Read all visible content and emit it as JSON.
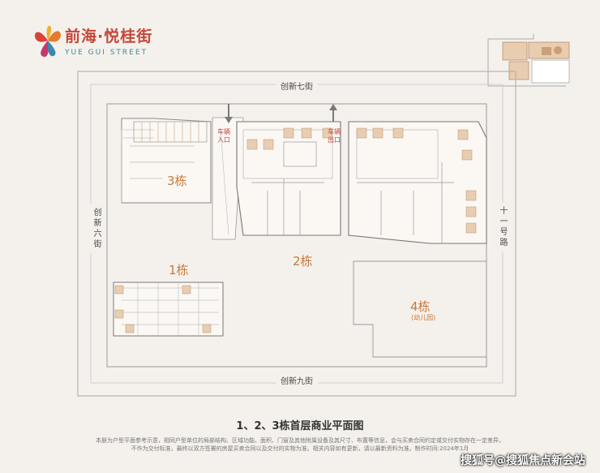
{
  "brand": {
    "name_cn": "前海·悦桂街",
    "name_en": "YUE GUI STREET"
  },
  "streets": {
    "north": "创新七街",
    "south": "创新九街",
    "west": "创新六街",
    "east": "十一号路"
  },
  "entrances": {
    "in": "车辆\n入口",
    "out": "车辆\n出口"
  },
  "buildings": {
    "b3": "3栋",
    "b1": "1栋",
    "b2": "2栋",
    "b4": "4栋",
    "b4_sub": "(幼儿园)"
  },
  "title": "1、2、3栋首层商业平面图",
  "disclaimer": [
    "本册为户型平面参考示意，相同户型单位的局部结构、区域功能、面积、门窗及其他附属设备及其尺寸、布置等信息，会与买卖合同约定或交付实物存在一定差异，",
    "不作为交付标准，最终以双方签署的房屋买卖合同以及交付的实物为准。相关内容如有更新，请以最新资料为准。制作时间:2024年1月"
  ],
  "watermark": "搜狐号@搜狐焦点新会站",
  "colors": {
    "accent": "#c5473a",
    "label": "#c97838",
    "line": "#9a9a9a",
    "bg": "#f4f1ec"
  }
}
